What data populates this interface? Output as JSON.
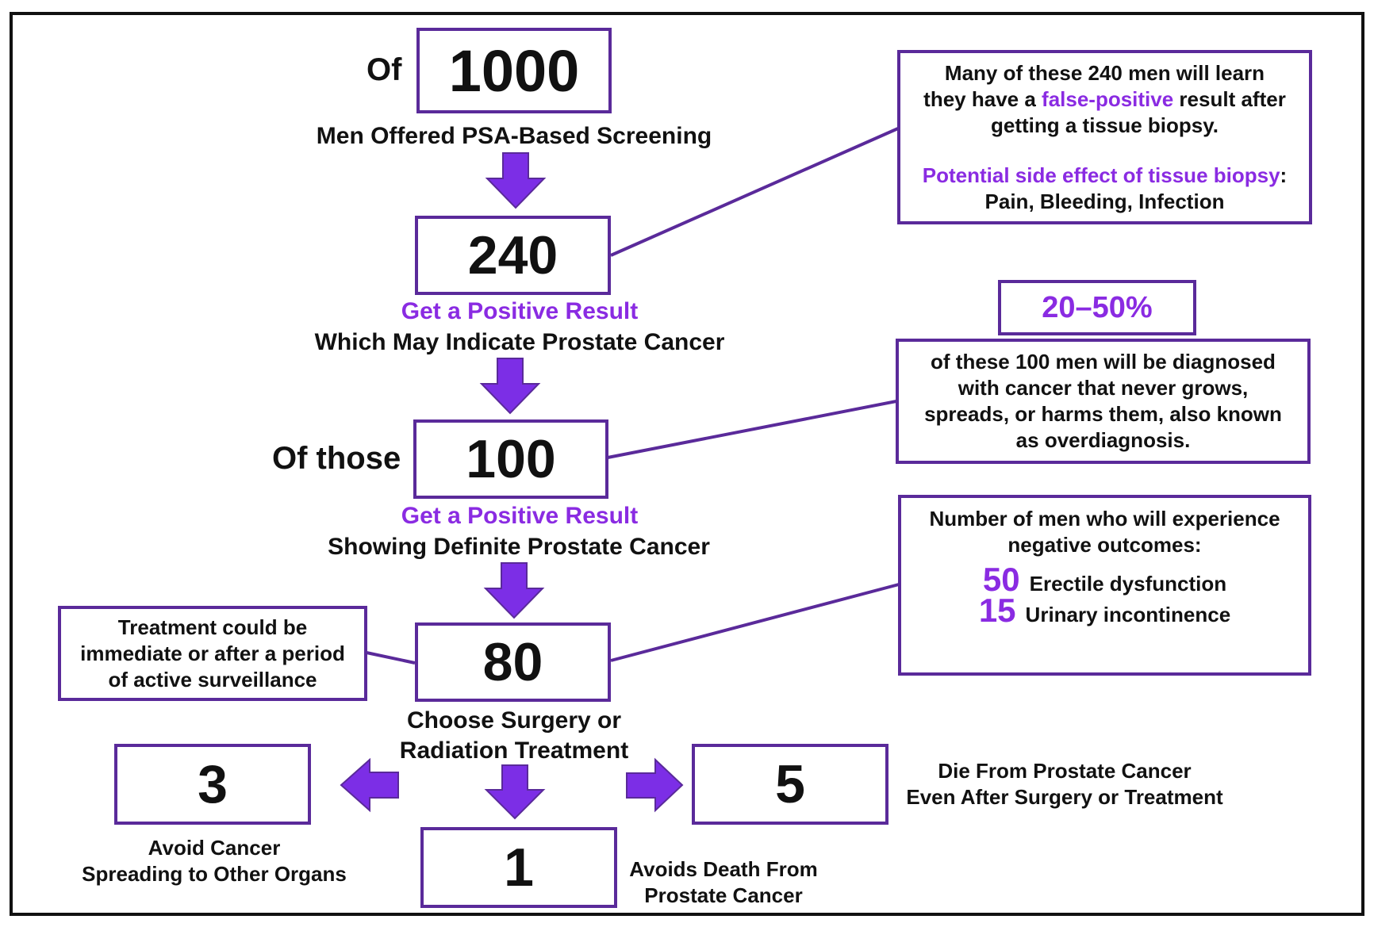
{
  "colors": {
    "accent": "#8a2be2",
    "box_border": "#5a2a9a",
    "arrow": "#7c2ee6",
    "text": "#111111"
  },
  "step1": {
    "prefix": "Of",
    "value": "1000",
    "label": "Men Offered PSA-Based Screening"
  },
  "step2": {
    "value": "240",
    "label_highlight": "Get a Positive Result",
    "label": "Which May Indicate Prostate Cancer"
  },
  "step3": {
    "prefix": "Of those",
    "value": "100",
    "label_highlight": "Get a Positive Result",
    "label": "Showing Definite Prostate Cancer"
  },
  "step4": {
    "value": "80",
    "label_line1": "Choose Surgery or",
    "label_line2": "Radiation Treatment"
  },
  "outcomes": {
    "left": {
      "value": "3",
      "label_line1": "Avoid Cancer",
      "label_line2": "Spreading to Other Organs"
    },
    "center": {
      "value": "1",
      "label_line1": "Avoids Death From",
      "label_line2": "Prostate Cancer"
    },
    "right": {
      "value": "5",
      "label_line1": "Die From Prostate Cancer",
      "label_line2": "Even After Surgery or Treatment"
    }
  },
  "note_biopsy": {
    "line1": "Many of these 240 men will learn",
    "line2_pre": "they have a ",
    "line2_highlight": "false-positive",
    "line2_post": " result after",
    "line3": "getting a tissue biopsy.",
    "side_effect_highlight": "Potential side effect of tissue biopsy",
    "side_effect_colon": ":",
    "side_effects": "Pain, Bleeding, Infection"
  },
  "note_overdiagnosis": {
    "percent": "20–50%",
    "line1": "of these 100 men will be diagnosed",
    "line2": "with cancer that never grows,",
    "line3": "spreads, or harms them, also known",
    "line4": "as overdiagnosis."
  },
  "note_negative": {
    "line1": "Number of men who will experience",
    "line2": "negative outcomes:",
    "stats": [
      {
        "value": "50",
        "label": "Erectile dysfunction"
      },
      {
        "value": "15",
        "label": "Urinary incontinence"
      }
    ]
  },
  "note_treatment": {
    "line1": "Treatment could be",
    "line2": "immediate or after a period",
    "line3": "of active surveillance"
  }
}
